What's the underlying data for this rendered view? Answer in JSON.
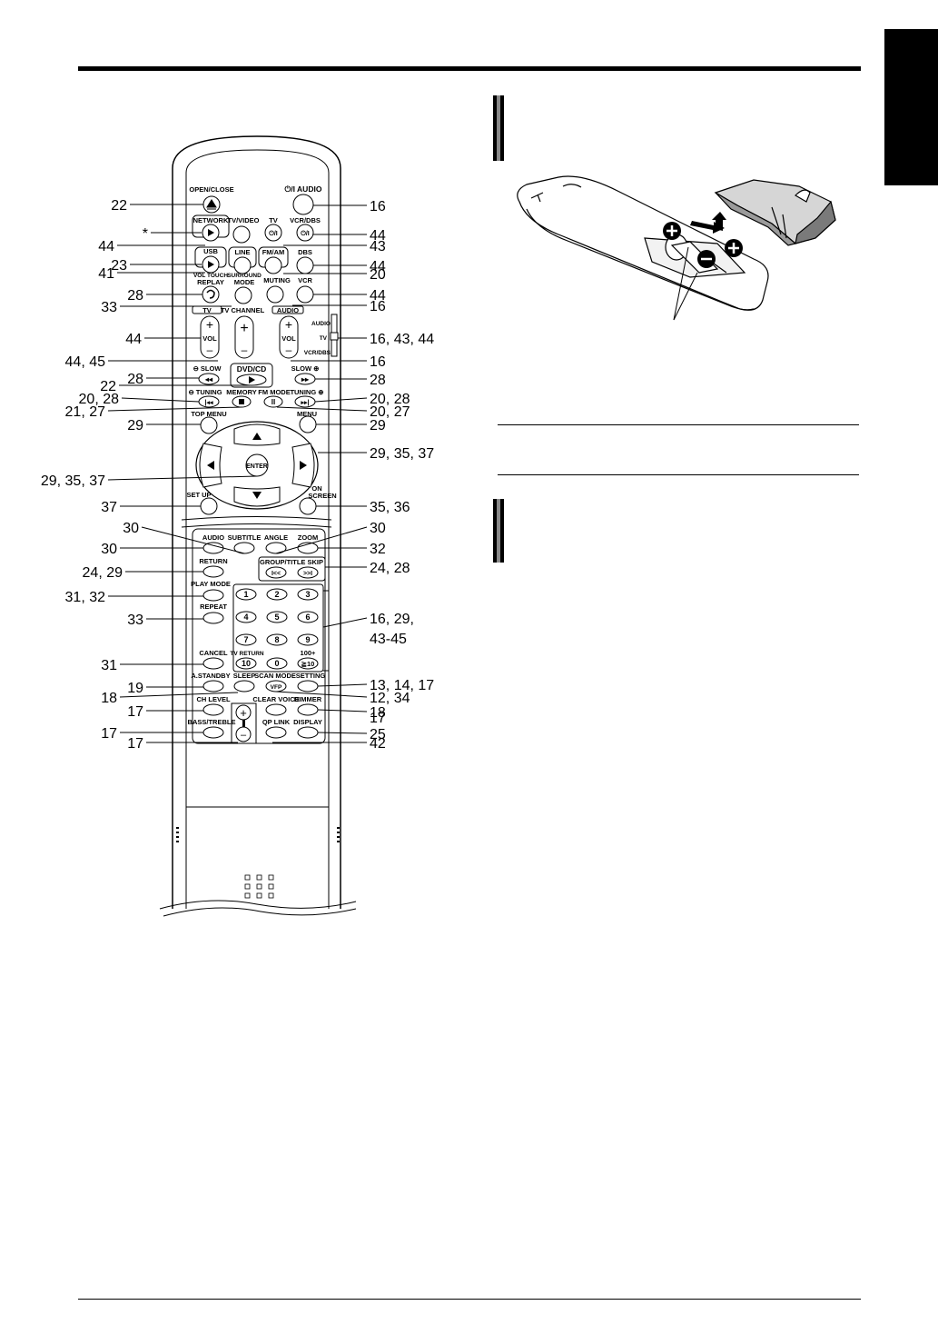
{
  "remote": {
    "buttons": {
      "open_close": "OPEN/CLOSE",
      "power_audio": "⏻/I AUDIO",
      "network": "NETWORK",
      "tv_video": "TV/VIDEO",
      "tv": "TV",
      "vcr_dbs": "VCR/DBS",
      "usb": "USB",
      "line": "LINE",
      "fm_am": "FM/AM",
      "dbs": "DBS",
      "vfe_replay_top": "VOL TOUCH",
      "replay": "REPLAY",
      "surround_top": "SURROUND",
      "surround_mode": "MODE",
      "muting": "MUTING",
      "vcr": "VCR",
      "tv_tag": "TV",
      "tv_channel": "TV CHANNEL",
      "audio_tag": "AUDIO",
      "vol": "VOL",
      "slider_audio": "AUDIO",
      "slider_tv": "TV",
      "slider_vcr_dbs": "VCR/DBS",
      "slow_left": "⊖ SLOW",
      "slow_right": "SLOW ⊕",
      "dvd_cd": "DVD/CD",
      "tuning_left": "⊖ TUNING",
      "memory": "MEMORY",
      "fm_mode": "FM MODE",
      "tuning_right": "TUNING ⊕",
      "top_menu": "TOP MENU",
      "menu": "MENU",
      "enter": "ENTER",
      "set_up": "SET UP",
      "on": "ON",
      "screen": "SCREEN",
      "audio": "AUDIO",
      "subtitle": "SUBTITLE",
      "angle": "ANGLE",
      "zoom": "ZOOM",
      "return": "RETURN",
      "group_title_skip": "GROUP/TITLE SKIP",
      "skip_prev": "I<<",
      "skip_next": ">>I",
      "play_mode": "PLAY MODE",
      "repeat": "REPEAT",
      "cancel": "CANCEL",
      "tv_return": "TV RETURN",
      "hundred_plus": "100+",
      "ten": "10",
      "ge10": "≧10",
      "a_standby": "A.STANDBY",
      "sleep": "SLEEP",
      "scan_mode": "SCAN MODE",
      "setting": "SETTING",
      "vfp": "VFP",
      "ch_level": "CH LEVEL",
      "clear_voice": "CLEAR VOICE",
      "dimmer": "DIMMER",
      "bass_treble": "BASS/TREBLE",
      "qp_link": "QP LINK",
      "display": "DISPLAY",
      "plus": "+",
      "minus": "–"
    },
    "numpad": [
      "1",
      "2",
      "3",
      "4",
      "5",
      "6",
      "7",
      "8",
      "9",
      "0"
    ],
    "refs_left": [
      "22",
      "*",
      "44",
      "23",
      "41",
      "28",
      "33",
      "44",
      "44, 45",
      "28",
      "22",
      "20, 28",
      "21, 27",
      "29",
      "29, 35, 37",
      "37",
      "30",
      "30",
      "24, 29",
      "31, 32",
      "33",
      "31",
      "19",
      "18",
      "17",
      "17",
      "17"
    ],
    "refs_right": [
      "16",
      "44",
      "43",
      "44",
      "20",
      "44",
      "16",
      "16, 43, 44",
      "16",
      "28",
      "20, 28",
      "20, 27",
      "29",
      "29, 35, 37",
      "35, 36",
      "30",
      "32",
      "24, 28",
      "16, 29,",
      "43-45",
      "13, 14, 17",
      "12, 34",
      "18",
      "17",
      "25",
      "42"
    ]
  }
}
